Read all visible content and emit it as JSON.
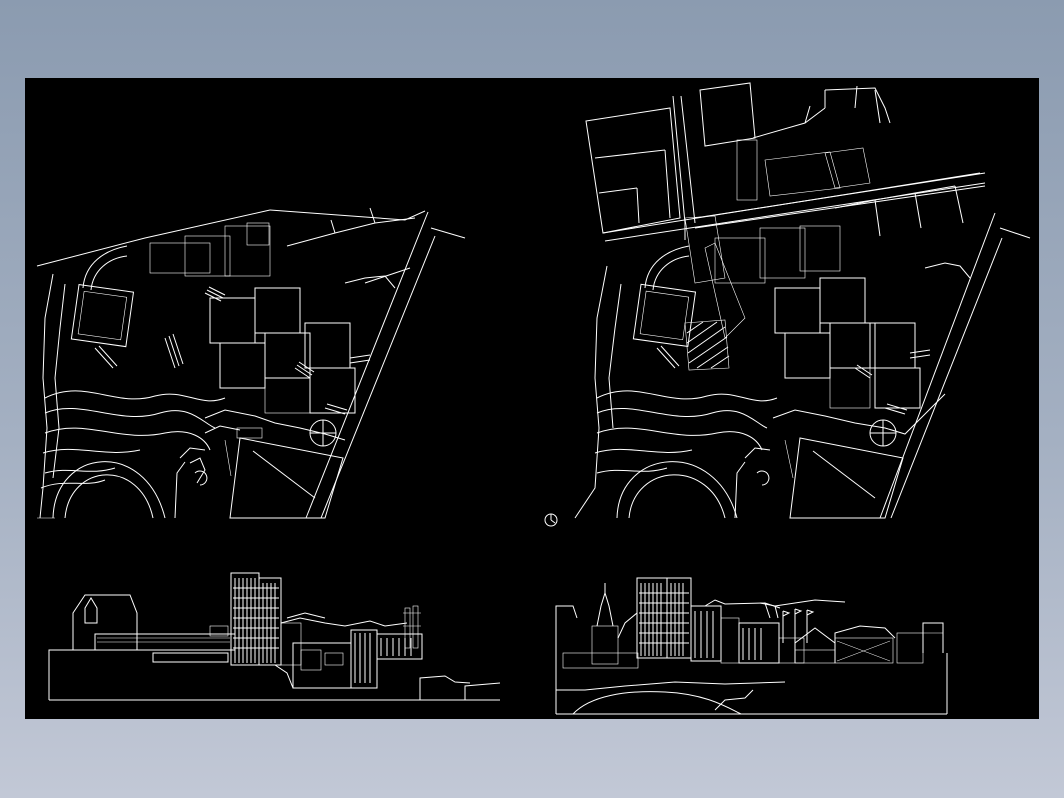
{
  "app": {
    "title": "",
    "background_gradient": [
      "#8b9bb0",
      "#c2c8d6"
    ],
    "canvas_color": "#000000",
    "line_color": "#ffffff"
  },
  "drawing": {
    "views": [
      {
        "id": "site-plan-existing",
        "kind": "plan"
      },
      {
        "id": "site-plan-proposed",
        "kind": "plan"
      },
      {
        "id": "elevation-left",
        "kind": "elevation"
      },
      {
        "id": "elevation-right",
        "kind": "elevation"
      }
    ],
    "symbols": [
      {
        "name": "north-arrow-icon"
      }
    ]
  }
}
